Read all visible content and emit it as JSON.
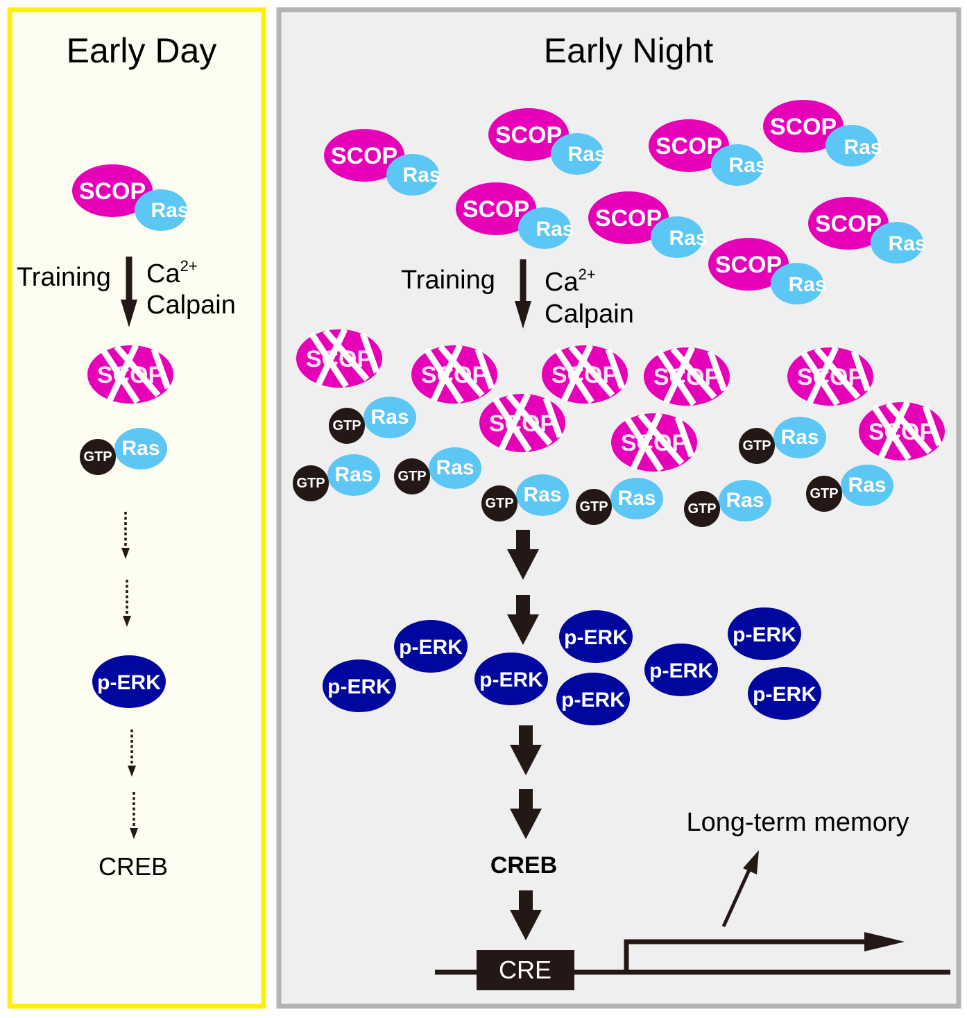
{
  "panels": {
    "day": {
      "title": "Early Day"
    },
    "night": {
      "title": "Early Night"
    }
  },
  "labels": {
    "scop": "SCOP",
    "ras": "Ras",
    "gtp": "GTP",
    "perk": "p-ERK",
    "training": "Training",
    "ca": "Ca",
    "ca_sup": "2+",
    "calpain": "Calpain",
    "creb": "CREB",
    "cre": "CRE",
    "ltm": "Long-term memory"
  },
  "colors": {
    "day_bg": "#fdfdf1",
    "day_border": "#fff200",
    "night_bg": "#efefef",
    "night_border": "#b3b3b3",
    "scop": "#e600b8",
    "ras": "#5cc6f5",
    "gtp": "#231815",
    "perk": "#00079e",
    "arrow": "#231815"
  }
}
